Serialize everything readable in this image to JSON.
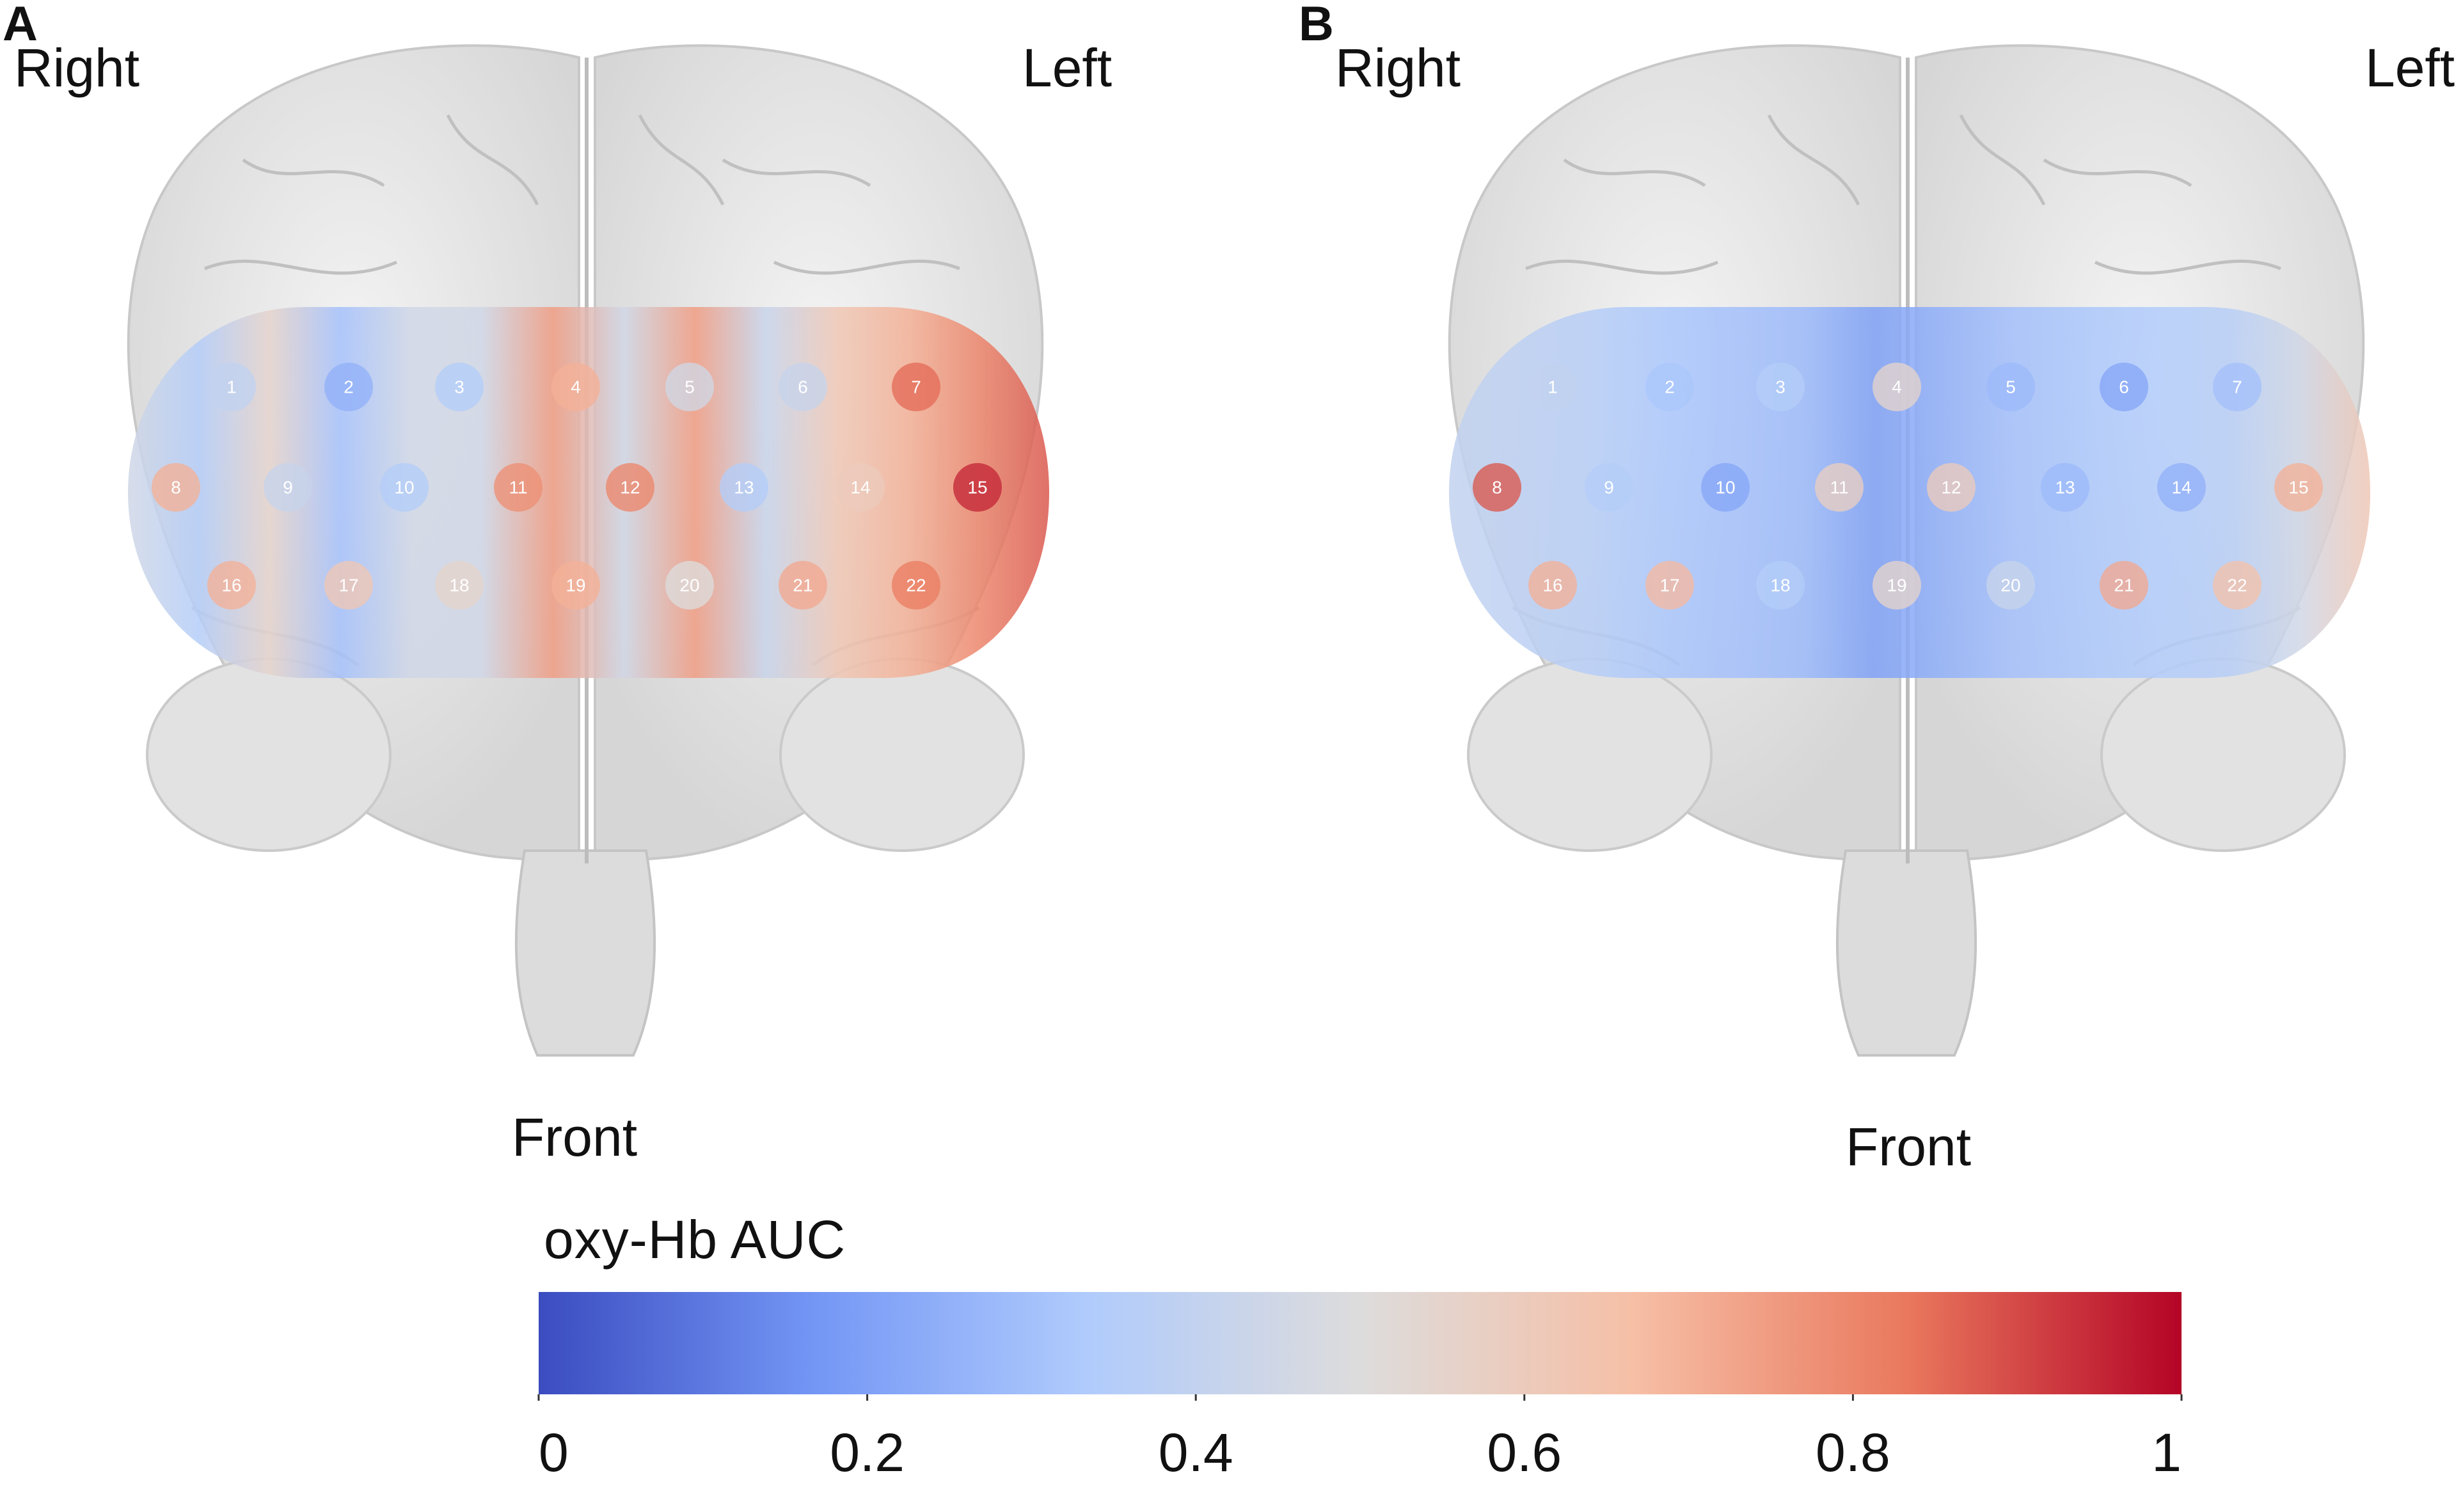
{
  "panels": [
    {
      "letter": "A",
      "right_label": "Right",
      "left_label": "Left",
      "front_label": "Front",
      "channels": [
        {
          "n": "1",
          "value": 0.4
        },
        {
          "n": "2",
          "value": 0.25
        },
        {
          "n": "3",
          "value": 0.35
        },
        {
          "n": "4",
          "value": 0.7
        },
        {
          "n": "5",
          "value": 0.45
        },
        {
          "n": "6",
          "value": 0.42
        },
        {
          "n": "7",
          "value": 0.85
        },
        {
          "n": "8",
          "value": 0.7
        },
        {
          "n": "9",
          "value": 0.42
        },
        {
          "n": "10",
          "value": 0.35
        },
        {
          "n": "11",
          "value": 0.78
        },
        {
          "n": "12",
          "value": 0.8
        },
        {
          "n": "13",
          "value": 0.35
        },
        {
          "n": "14",
          "value": 0.6
        },
        {
          "n": "15",
          "value": 0.95
        },
        {
          "n": "16",
          "value": 0.7
        },
        {
          "n": "17",
          "value": 0.62
        },
        {
          "n": "18",
          "value": 0.55
        },
        {
          "n": "19",
          "value": 0.7
        },
        {
          "n": "20",
          "value": 0.5
        },
        {
          "n": "21",
          "value": 0.72
        },
        {
          "n": "22",
          "value": 0.82
        }
      ],
      "strip": [
        0.45,
        0.35,
        0.55,
        0.3,
        0.45,
        0.45,
        0.75,
        0.45,
        0.75,
        0.42,
        0.62,
        0.7,
        0.8,
        0.88
      ]
    },
    {
      "letter": "B",
      "right_label": "Right",
      "left_label": "Left",
      "front_label": "Front",
      "channels": [
        {
          "n": "1",
          "value": 0.4
        },
        {
          "n": "2",
          "value": 0.32
        },
        {
          "n": "3",
          "value": 0.35
        },
        {
          "n": "4",
          "value": 0.55
        },
        {
          "n": "5",
          "value": 0.28
        },
        {
          "n": "6",
          "value": 0.22
        },
        {
          "n": "7",
          "value": 0.3
        },
        {
          "n": "8",
          "value": 0.88
        },
        {
          "n": "9",
          "value": 0.35
        },
        {
          "n": "10",
          "value": 0.22
        },
        {
          "n": "11",
          "value": 0.58
        },
        {
          "n": "12",
          "value": 0.6
        },
        {
          "n": "13",
          "value": 0.28
        },
        {
          "n": "14",
          "value": 0.25
        },
        {
          "n": "15",
          "value": 0.7
        },
        {
          "n": "16",
          "value": 0.7
        },
        {
          "n": "17",
          "value": 0.68
        },
        {
          "n": "18",
          "value": 0.35
        },
        {
          "n": "19",
          "value": 0.55
        },
        {
          "n": "20",
          "value": 0.42
        },
        {
          "n": "21",
          "value": 0.72
        },
        {
          "n": "22",
          "value": 0.65
        }
      ],
      "strip": [
        0.4,
        0.38,
        0.36,
        0.32,
        0.3,
        0.28,
        0.2,
        0.25,
        0.3,
        0.32,
        0.34,
        0.36,
        0.45,
        0.62
      ]
    }
  ],
  "colorbar": {
    "title": "oxy-Hb AUC",
    "ticks": [
      "0",
      "0.2",
      "0.4",
      "0.6",
      "0.8",
      "1"
    ],
    "tick_values": [
      0,
      0.2,
      0.4,
      0.6,
      0.8,
      1
    ],
    "colors": [
      "#3b4cc0",
      "#7396f5",
      "#b0cbfc",
      "#dddcdc",
      "#f6bfa6",
      "#e9785d",
      "#b40426"
    ]
  }
}
